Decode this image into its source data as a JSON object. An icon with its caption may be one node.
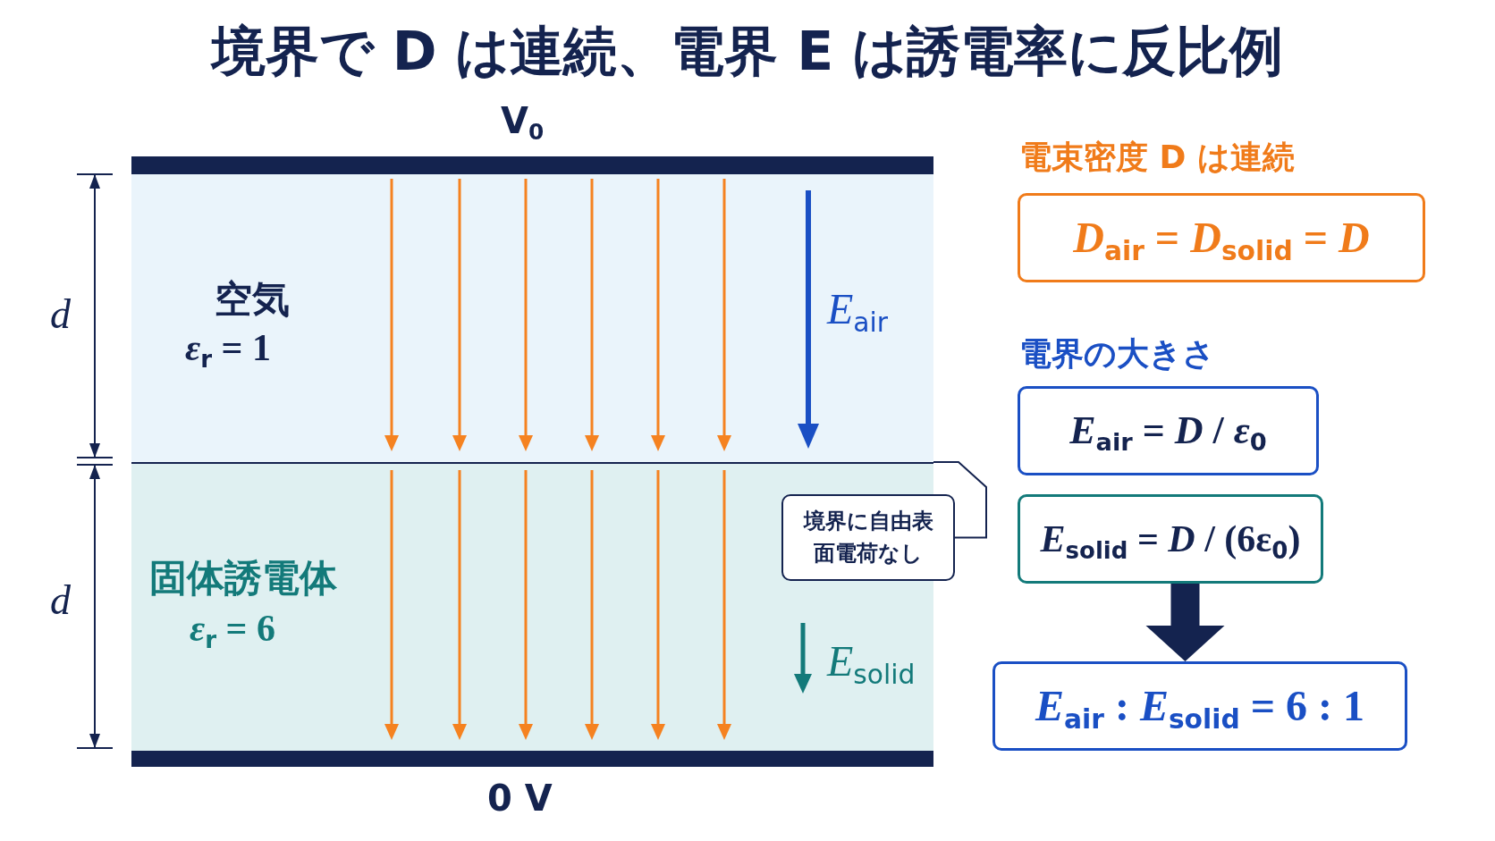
{
  "diagram": {
    "title": "境界で D は連続、電界 E は誘電率に反比例",
    "nodes": [
      {
        "text": [],
        "shape": "bar",
        "beside": [
          "V$_{0}$"
        ]
      },
      {
        "text": [
          "空気",
          "*ε*$_{r}$ = 1"
        ]
      },
      {
        "text": [
          "固体誘電体",
          "*ε*$_{r}$ = 6"
        ]
      },
      {
        "text": [],
        "shape": "bar",
        "beside": [
          "0 V"
        ]
      },
      {
        "text": [
          "境界に自由表面電荷なし"
        ]
      },
      {
        "text": [
          "電束密度 D は連続",
          "*D*$_{air}$ = *D*$_{solid}$ = *D*"
        ]
      },
      {
        "text": [
          "*E*$_{air}$ = *D* / *ε*$_{0}$"
        ]
      },
      {
        "text": [
          "*E*$_{solid}$ = *D* / (6ε$_{0}$)"
        ]
      },
      {
        "text": [
          "*E*$_{air}$ : *E*$_{solid}$ = 6 : 1"
        ]
      }
    ],
    "edges": [
      {
        "from": 4,
        "to": 2,
        "arrow": "none"
      },
      {
        "from": 7,
        "to": 8,
        "arrow": "to"
      }
    ],
    "labels": [
      "d",
      "*E*$_{air}$",
      "電界の大きさ",
      "d",
      "*E*$_{solid}$"
    ]
  }
}
